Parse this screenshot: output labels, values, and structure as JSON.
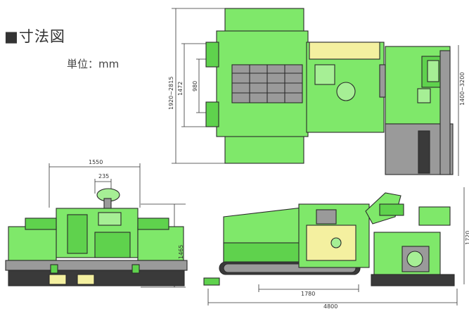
{
  "header": {
    "title": "■寸法図",
    "unit": "単位：mm"
  },
  "dimensions": {
    "top_overall_width": "1920~2815",
    "top_inner_1": "1472",
    "top_inner_2": "980",
    "top_right_range": "1400~3200",
    "front_width": "1550",
    "front_small": "235",
    "front_height": "1465",
    "side_height": "1720",
    "side_track": "1780",
    "side_length": "4800"
  },
  "colors": {
    "machine": "#7fe86a",
    "machine_dark": "#5fd24d",
    "frame": "#3a3a3a",
    "highlight": "#f4f0a0"
  }
}
